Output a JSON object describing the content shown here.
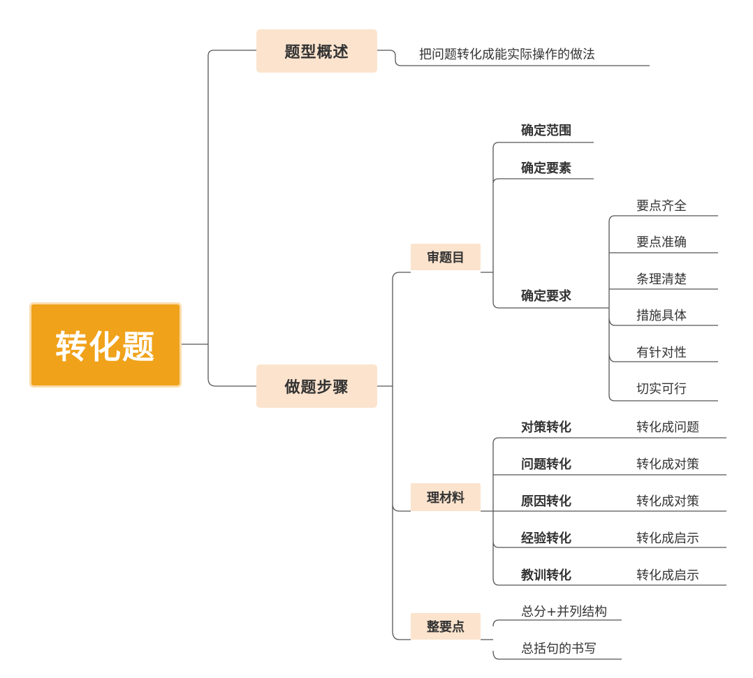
{
  "root": "转化题",
  "nodes": {
    "overview": {
      "label": "题型概述",
      "desc": "把问题转化成能实际操作的做法"
    },
    "steps": {
      "label": "做题步骤",
      "review": {
        "label": "审题目",
        "scope": "确定范围",
        "elements": "确定要素",
        "requirements": {
          "label": "确定要求",
          "items": [
            "要点齐全",
            "要点准确",
            "条理清楚",
            "措施具体",
            "有针对性",
            "切实可行"
          ]
        }
      },
      "materials": {
        "label": "理材料",
        "items": [
          {
            "label": "对策转化",
            "result": "转化成问题"
          },
          {
            "label": "问题转化",
            "result": "转化成对策"
          },
          {
            "label": "原因转化",
            "result": "转化成对策"
          },
          {
            "label": "经验转化",
            "result": "转化成启示"
          },
          {
            "label": "教训转化",
            "result": "转化成启示"
          }
        ]
      },
      "points": {
        "label": "整要点",
        "items": [
          "总分+并列结构",
          "总括句的书写"
        ]
      }
    }
  }
}
